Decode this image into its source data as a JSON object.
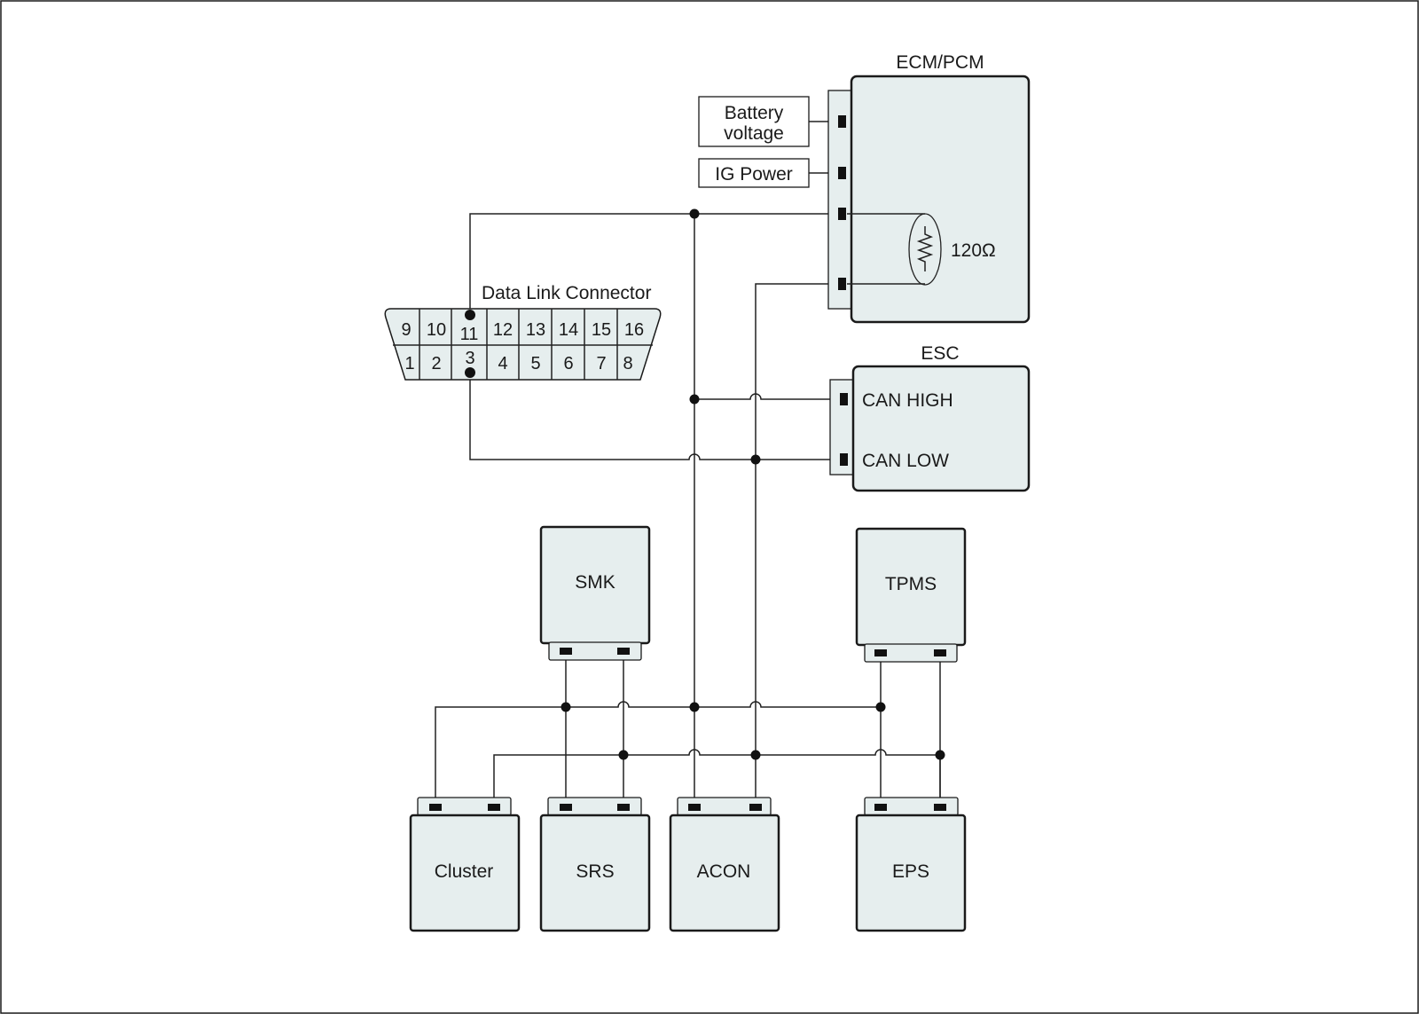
{
  "ecm": {
    "title": "ECM/PCM",
    "resistor": "120Ω"
  },
  "supplies": {
    "battery_line1": "Battery",
    "battery_line2": "voltage",
    "ig_power": "IG Power"
  },
  "dlc": {
    "title": "Data Link Connector",
    "top_pins": [
      "9",
      "10",
      "11",
      "12",
      "13",
      "14",
      "15",
      "16"
    ],
    "bottom_pins": [
      "1",
      "2",
      "3",
      "4",
      "5",
      "6",
      "7",
      "8"
    ]
  },
  "esc": {
    "title": "ESC",
    "can_high": "CAN HIGH",
    "can_low": "CAN LOW"
  },
  "modules": {
    "smk": "SMK",
    "tpms": "TPMS",
    "cluster": "Cluster",
    "srs": "SRS",
    "acon": "ACON",
    "eps": "EPS"
  }
}
